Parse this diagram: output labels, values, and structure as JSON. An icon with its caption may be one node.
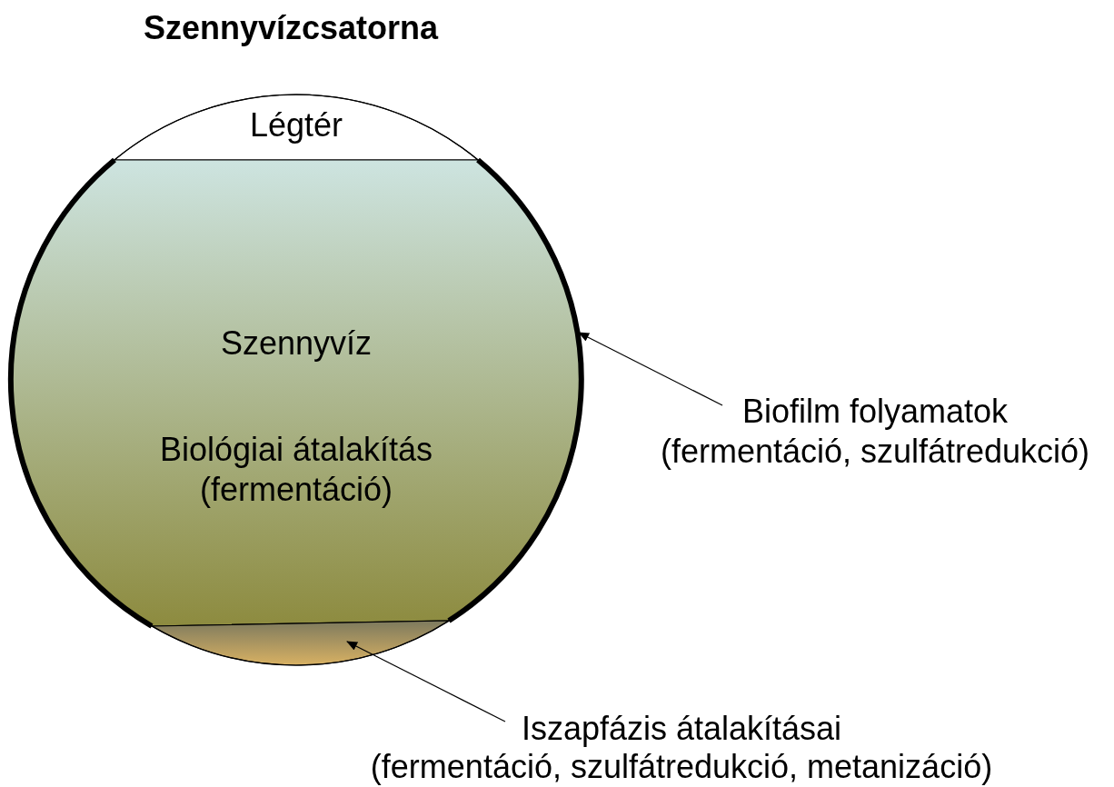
{
  "diagram": {
    "title": "Szennyvízcsatorna",
    "nodes": [
      {
        "text": [],
        "shape": "circle"
      },
      {
        "text": [
          "Légtér"
        ],
        "in": 0
      },
      {
        "text": [
          "Szennyvíz",
          "Biológiai átalakítás (fermentáció)"
        ],
        "in": 0
      },
      {
        "text": [],
        "shape": "box",
        "in": 0
      },
      {
        "text": [
          "Biofilm folyamatok",
          "(fermentáció, szulfátredukció)"
        ]
      },
      {
        "text": [
          "Iszapfázis átalakításai",
          "(fermentáció, szulfátredukció, metanizáció)"
        ]
      }
    ],
    "edges": [
      {
        "from": 4,
        "to": 0,
        "arrow": "to"
      },
      {
        "from": 5,
        "to": 3,
        "arrow": "to"
      }
    ]
  }
}
